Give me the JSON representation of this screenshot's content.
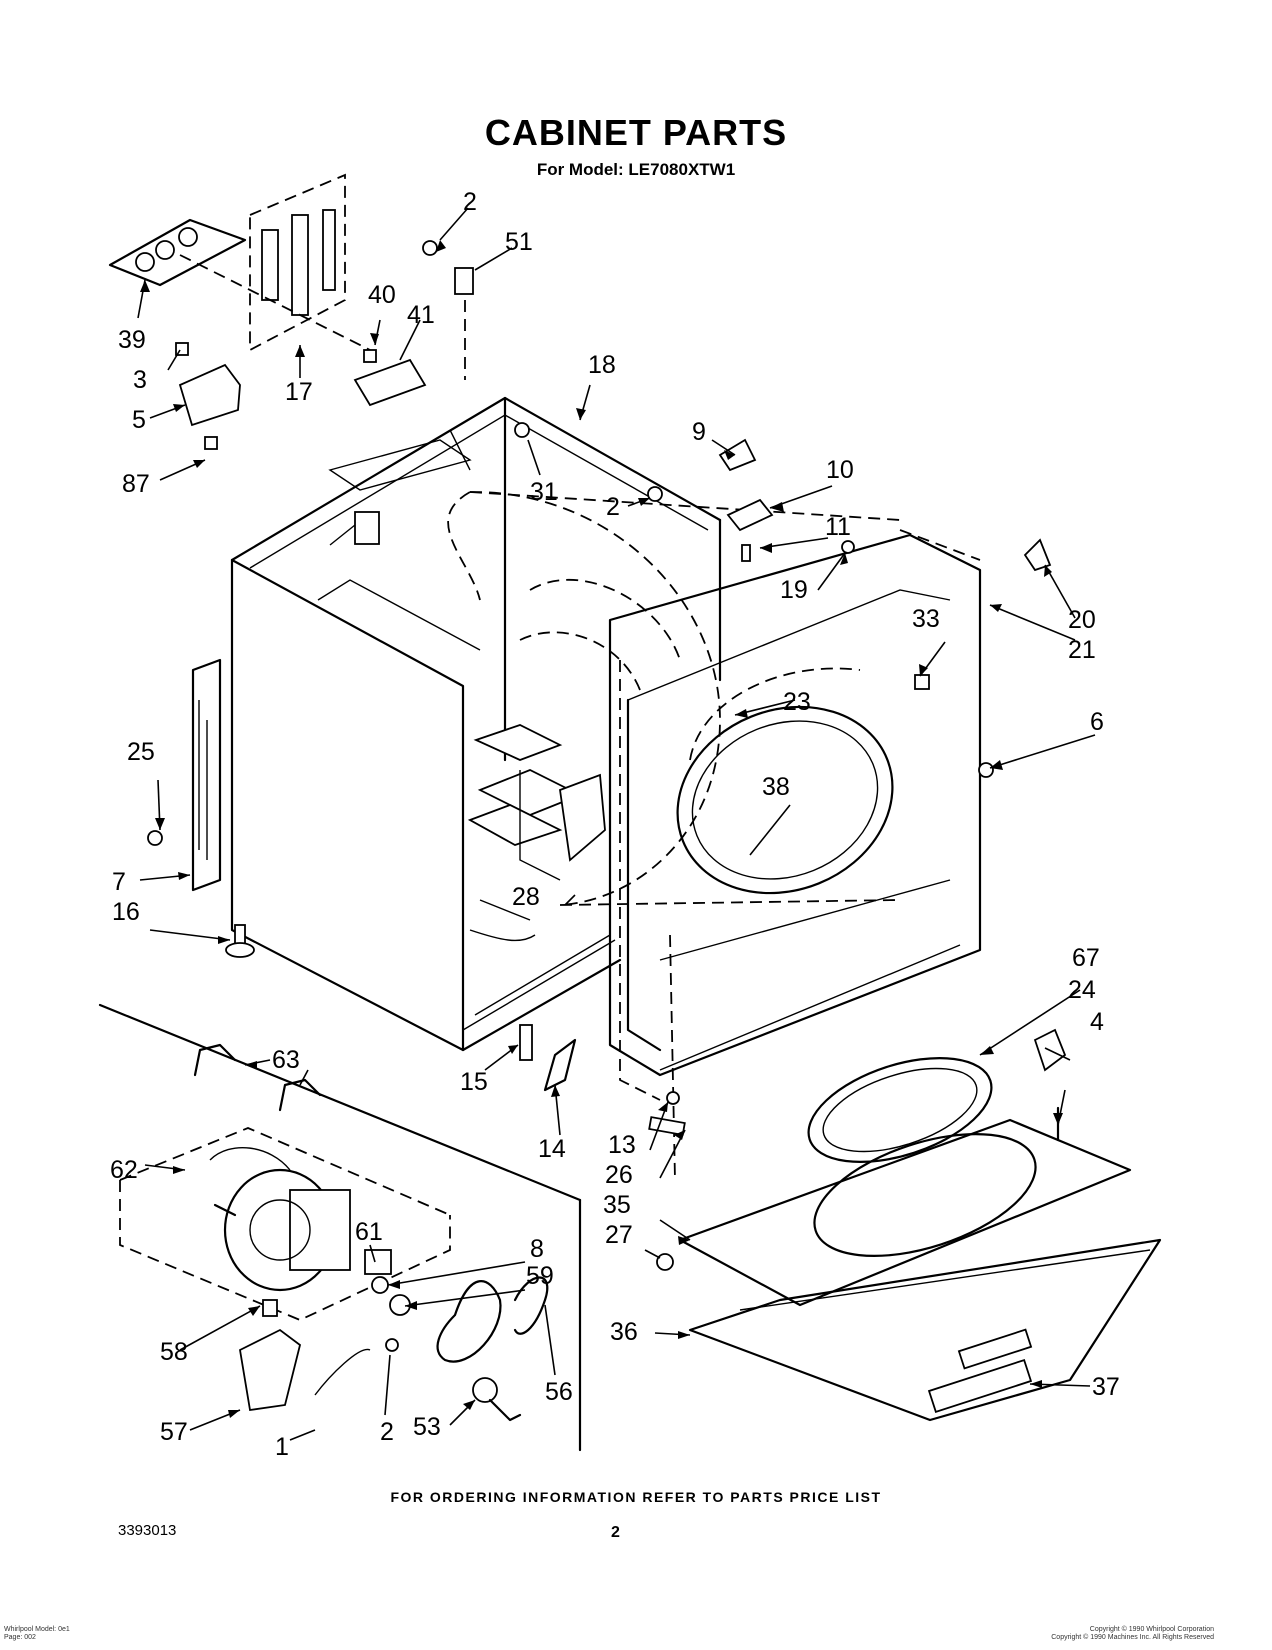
{
  "header": {
    "title": "CABINET PARTS",
    "subtitle": "For Model: LE7080XTW1"
  },
  "footer": {
    "ordering_note": "FOR ORDERING INFORMATION REFER TO PARTS PRICE LIST",
    "document_number": "3393013",
    "page_number": "2"
  },
  "fine_print": {
    "left_line1": "Whirlpool Model: 0e1",
    "left_line2": "Page: 002",
    "right_line1": "Copyright © 1990 Whirlpool Corporation",
    "right_line2": "Copyright © 1990 Machines Inc. All Rights Reserved"
  },
  "labels": {
    "p1": "1",
    "p2a": "2",
    "p2b": "2",
    "p2c": "2",
    "p3": "3",
    "p4": "4",
    "p5": "5",
    "p6": "6",
    "p7": "7",
    "p8": "8",
    "p9": "9",
    "p10": "10",
    "p11": "11",
    "p13": "13",
    "p14": "14",
    "p15": "15",
    "p16": "16",
    "p17": "17",
    "p18": "18",
    "p19": "19",
    "p20": "20",
    "p21": "21",
    "p23": "23",
    "p24": "24",
    "p25": "25",
    "p26": "26",
    "p27": "27",
    "p28": "28",
    "p31": "31",
    "p33": "33",
    "p35": "35",
    "p36": "36",
    "p37": "37",
    "p38": "38",
    "p39": "39",
    "p40": "40",
    "p41": "41",
    "p51": "51",
    "p53": "53",
    "p56": "56",
    "p57": "57",
    "p58": "58",
    "p59": "59",
    "p61": "61",
    "p62": "62",
    "p63": "63",
    "p67": "67",
    "p87": "87"
  }
}
